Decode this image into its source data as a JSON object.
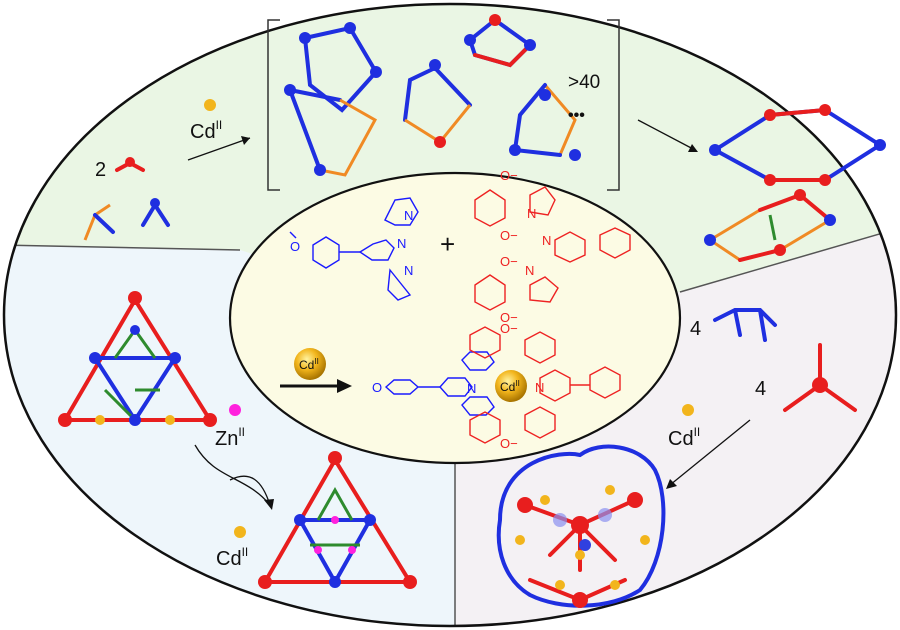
{
  "top": {
    "ratio": "2",
    "metal": "Cd",
    "metal_ox": "II",
    "count": ">40",
    "ellipsis": "•••"
  },
  "center": {
    "plus": "+",
    "ligand_blue_atoms": {
      "o": "O",
      "n": "N"
    },
    "ligand_red_atoms": {
      "o": "O−",
      "n": "N"
    },
    "metal": "Cd",
    "metal_ox": "II"
  },
  "left": {
    "metal1": "Zn",
    "metal1_ox": "II",
    "metal2": "Cd",
    "metal2_ox": "II"
  },
  "right": {
    "count_blue": "4",
    "count_red": "4",
    "metal": "Cd",
    "metal_ox": "II"
  },
  "colors": {
    "blue": "#1f2fe0",
    "red": "#e81e1e",
    "orange": "#f08a24",
    "green": "#2e8b2e",
    "cd": "#f2b51c",
    "zn": "#ff22dd",
    "top_bg": "#eaf6e4",
    "left_bg": "#eef6fb",
    "right_bg": "#f4f1f4",
    "center_bg": "#fcfbe4"
  }
}
